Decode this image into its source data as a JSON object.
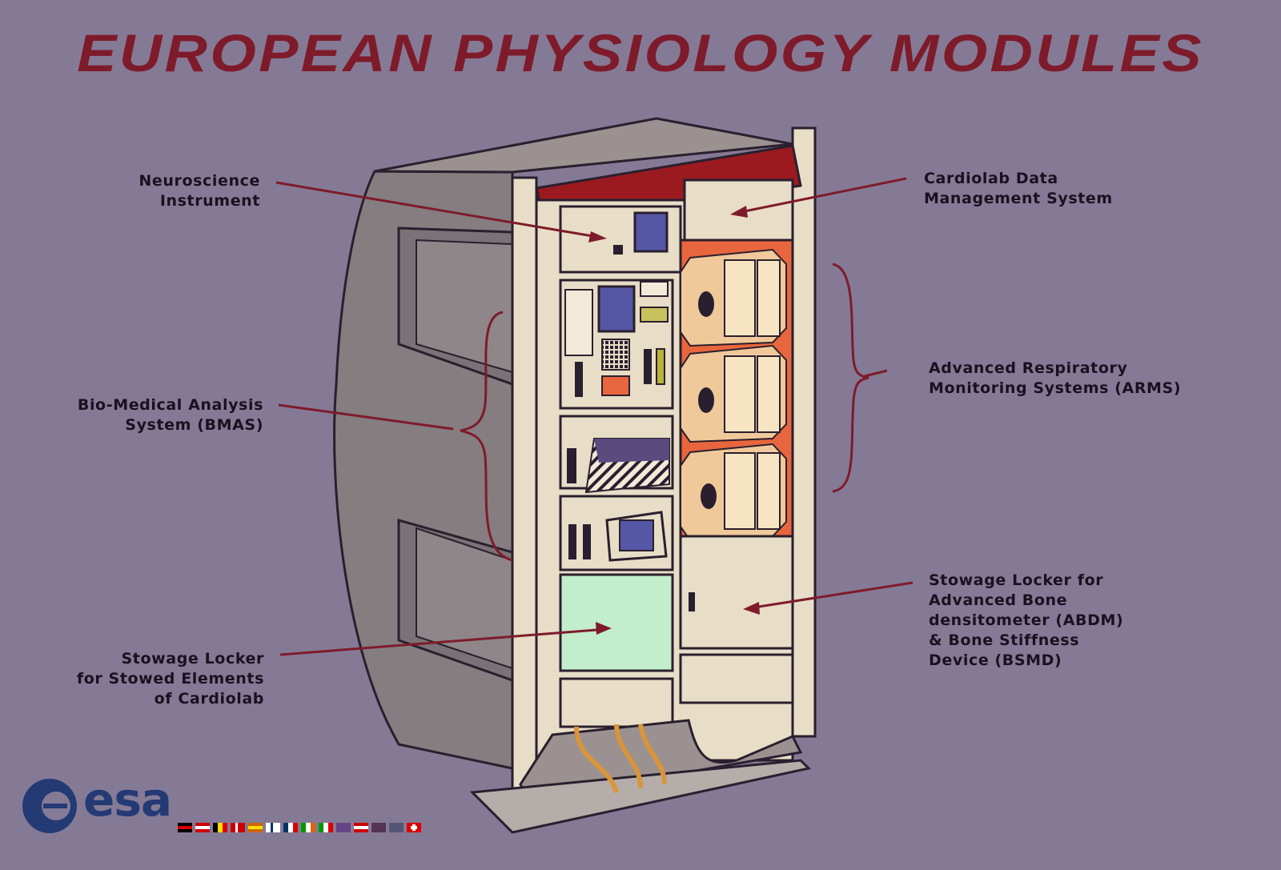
{
  "title": "EUROPEAN PHYSIOLOGY MODULES",
  "labels": {
    "neuroscience": [
      "Neuroscience",
      "Instrument"
    ],
    "bmas": [
      "Bio-Medical Analysis",
      "System (BMAS)"
    ],
    "stowage_cardiolab": [
      "Stowage Locker",
      "for Stowed Elements",
      "of Cardiolab"
    ],
    "cardiolab_dms": [
      "Cardiolab Data",
      "Management System"
    ],
    "arms": [
      "Advanced Respiratory",
      "Monitoring Systems (ARMS)"
    ],
    "stowage_abdm": [
      "Stowage Locker for",
      "Advanced Bone",
      "densitometer (ABDM)",
      "& Bone Stiffness",
      "Device (BSMD)"
    ]
  },
  "logo": {
    "text": "esa"
  },
  "colors": {
    "background": "#857a95",
    "title": "#7e1b2b",
    "leader": "#7e1b2b",
    "rack": "#e8ddc6",
    "arms_panel": "#e8663e",
    "logo": "#243a74"
  }
}
